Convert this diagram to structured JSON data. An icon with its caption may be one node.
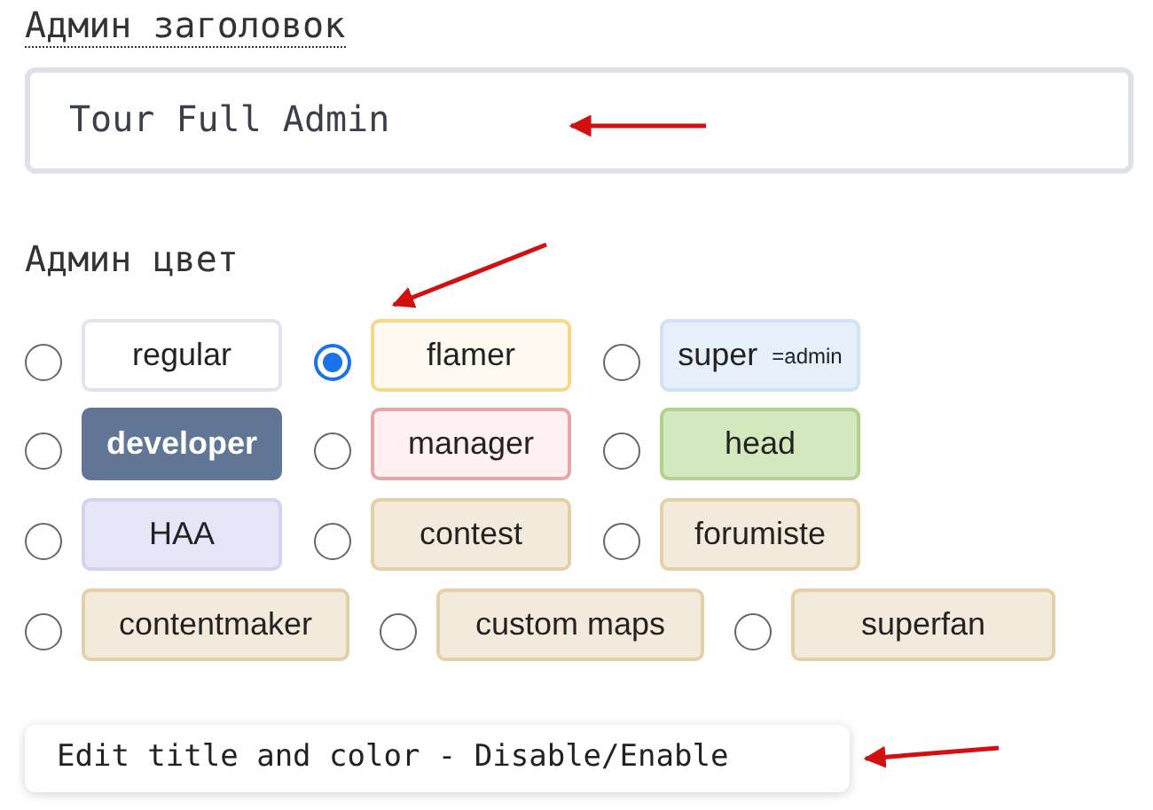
{
  "diagram": {
    "nodes": [
      {
        "text": [
          "Tour Full Admin"
        ]
      },
      {
        "text": [
          "regular"
        ]
      },
      {
        "text": [
          "flamer"
        ]
      },
      {
        "text": [
          "super",
          "=admin"
        ]
      },
      {
        "text": [
          "developer"
        ]
      },
      {
        "text": [
          "manager"
        ]
      },
      {
        "text": [
          "head"
        ]
      },
      {
        "text": [
          "HAA"
        ]
      },
      {
        "text": [
          "contest"
        ]
      },
      {
        "text": [
          "forumiste"
        ]
      },
      {
        "text": [
          "contentmaker"
        ]
      },
      {
        "text": [
          "custom maps"
        ]
      },
      {
        "text": [
          "superfan"
        ]
      },
      {
        "text": [
          "Edit title and color - Disable/Enable"
        ]
      }
    ],
    "edges": [
      {
        "from": null,
        "to": 0,
        "arrow": "to"
      },
      {
        "from": null,
        "to": 2,
        "arrow": "to"
      },
      {
        "from": null,
        "to": 13,
        "arrow": "to"
      }
    ],
    "labels": [
      "Админ заголовок",
      "Админ цвет"
    ]
  }
}
